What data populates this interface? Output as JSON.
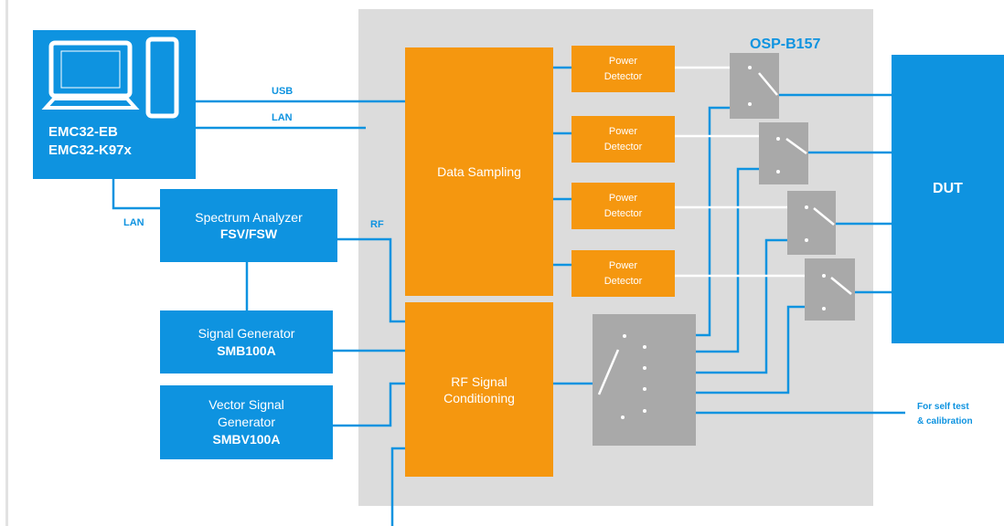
{
  "colors": {
    "blue": "#0e93e0",
    "orange": "#f5970f",
    "panel": "#dcdcdc",
    "switch": "#a9a9a9"
  },
  "osp_title": "OSP-B157",
  "pc": {
    "line1": "EMC32-EB",
    "line2": "EMC32-K97x",
    "icon": "computer-icon"
  },
  "links": {
    "usb": "USB",
    "lan": "LAN",
    "lan2": "LAN",
    "rf": "RF"
  },
  "spectrum": {
    "line1": "Spectrum Analyzer",
    "line2": "FSV/FSW"
  },
  "siggen": {
    "line1": "Signal Generator",
    "line2": "SMB100A"
  },
  "vsiggen": {
    "line1": "Vector Signal",
    "line2": "Generator",
    "line3": "SMBV100A"
  },
  "data_sampling": "Data Sampling",
  "rf_cond": {
    "line1": "RF Signal",
    "line2": "Conditioning"
  },
  "power_detectors": [
    {
      "line1": "Power",
      "line2": "Detector"
    },
    {
      "line1": "Power",
      "line2": "Detector"
    },
    {
      "line1": "Power",
      "line2": "Detector"
    },
    {
      "line1": "Power",
      "line2": "Detector"
    }
  ],
  "dut": "DUT",
  "self_test": {
    "line1": "For self test",
    "line2": "& calibration"
  }
}
